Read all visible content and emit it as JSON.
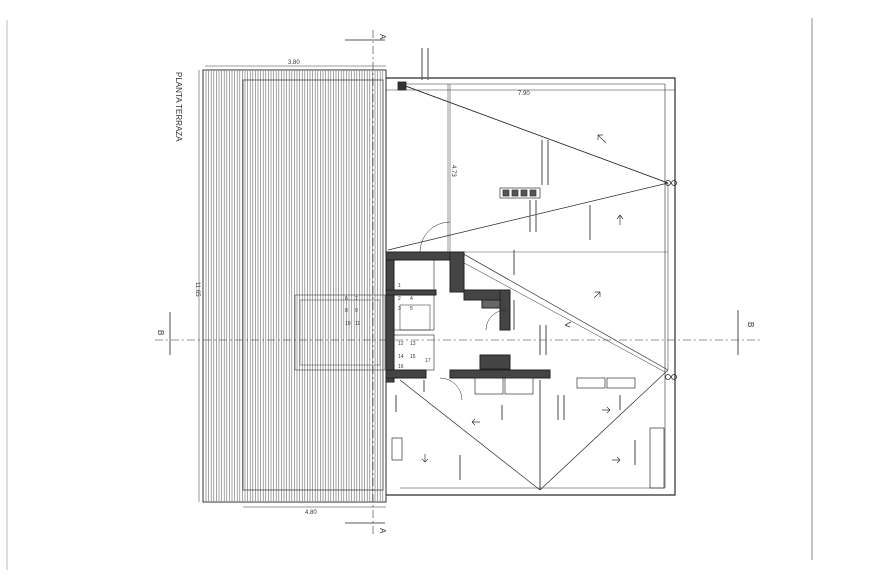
{
  "sheet": {
    "title": "PLANTA TERRAZA",
    "dimensions": {
      "top_left": "3.80",
      "top_right": "7.90",
      "bottom": "4.80",
      "left_vertical": "11.65",
      "center_vertical": "4.73"
    },
    "section_marks": {
      "top": "A",
      "bottom": "A",
      "left": "B",
      "right": "B"
    },
    "stair_steps": [
      "1",
      "2",
      "3",
      "4",
      "5",
      "6",
      "7",
      "8",
      "9",
      "10",
      "11",
      "12",
      "13",
      "14",
      "15",
      "16",
      "17"
    ]
  },
  "colors": {
    "line": "#2a2a2a",
    "hatch": "#555555",
    "paper": "#ffffff"
  }
}
